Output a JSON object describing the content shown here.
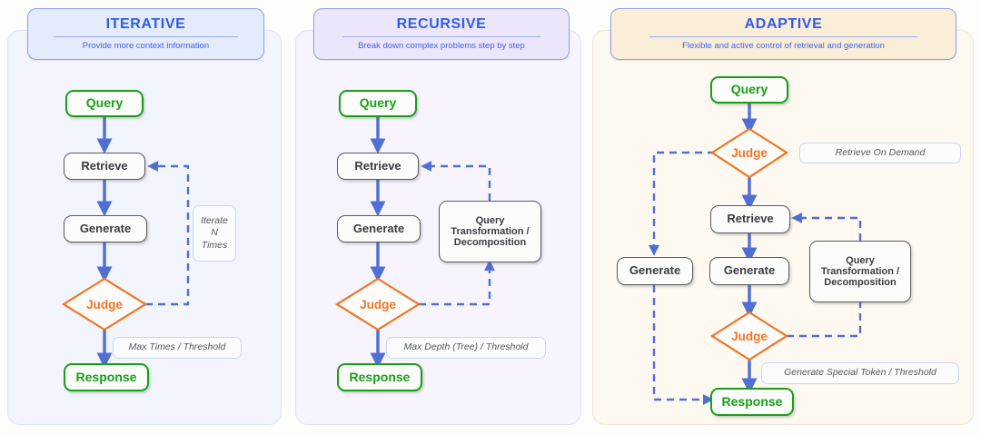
{
  "colors": {
    "solid_arrow": "#4f6fd4",
    "dashed_arrow": "#4f6fd4",
    "judge_orange": "#f07521",
    "terminal_green": "#17a017",
    "node_grey": "#5a5a5f",
    "title_blue": "#2f5bed"
  },
  "panels": [
    {
      "id": "iterative",
      "title": "ITERATIVE",
      "subtitle": "Provide more context information",
      "nodes": {
        "query": "Query",
        "retrieve": "Retrieve",
        "generate": "Generate",
        "judge": "Judge",
        "response": "Response"
      },
      "tags": {
        "loop": "Iterate\nN\nTimes",
        "exit": "Max Times / Threshold"
      }
    },
    {
      "id": "recursive",
      "title": "RECURSIVE",
      "subtitle": "Break down complex problems step by step",
      "nodes": {
        "query": "Query",
        "retrieve": "Retrieve",
        "generate": "Generate",
        "judge": "Judge",
        "response": "Response",
        "transform": "Query\nTransformation /\nDecomposition"
      },
      "tags": {
        "exit": "Max Depth (Tree) / Threshold"
      }
    },
    {
      "id": "adaptive",
      "title": "ADAPTIVE",
      "subtitle": "Flexible and  active control of retrieval and generation",
      "nodes": {
        "query": "Query",
        "judge_top": "Judge",
        "retrieve": "Retrieve",
        "generate_left": "Generate",
        "generate_mid": "Generate",
        "judge_bottom": "Judge",
        "response": "Response",
        "transform": "Query\nTransformation /\nDecomposition"
      },
      "tags": {
        "on_demand": "Retrieve On  Demand",
        "exit": "Generate Special Token / Threshold"
      }
    }
  ]
}
